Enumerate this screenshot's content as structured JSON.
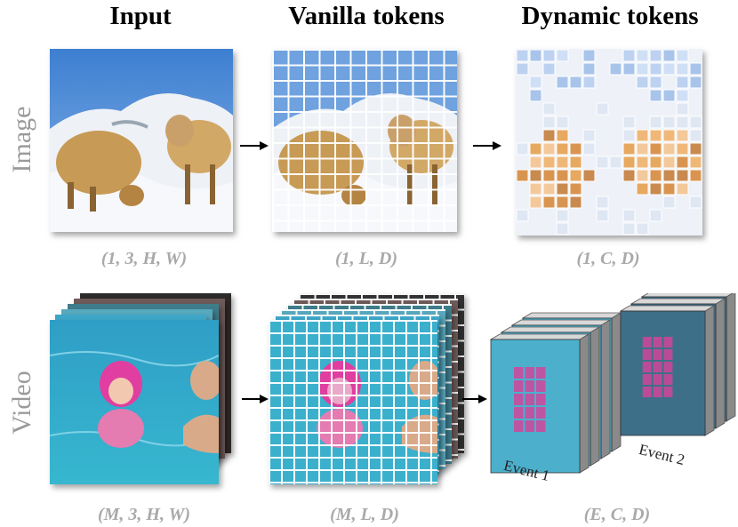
{
  "columns": {
    "input": "Input",
    "vanilla": "Vanilla tokens",
    "dynamic": "Dynamic tokens"
  },
  "rows": {
    "image": "Image",
    "video": "Video"
  },
  "dims": {
    "image_input": "(1, 3, H, W)",
    "image_vanilla": "(1, L, D)",
    "image_dynamic": "(1, C, D)",
    "video_input": "(M, 3, H, W)",
    "video_vanilla": "(M, L, D)",
    "video_dynamic": "(E, C, D)"
  },
  "events": {
    "event1": "Event 1",
    "event2": "Event 2"
  },
  "colors": {
    "row_label": "#9a9a9a",
    "dims": "#a9a9a9",
    "token_orange": "#e8a860",
    "token_blue": "#a8c4ea",
    "video_magenta": "#d2459a",
    "pool_blue": "#4fb4d0"
  }
}
